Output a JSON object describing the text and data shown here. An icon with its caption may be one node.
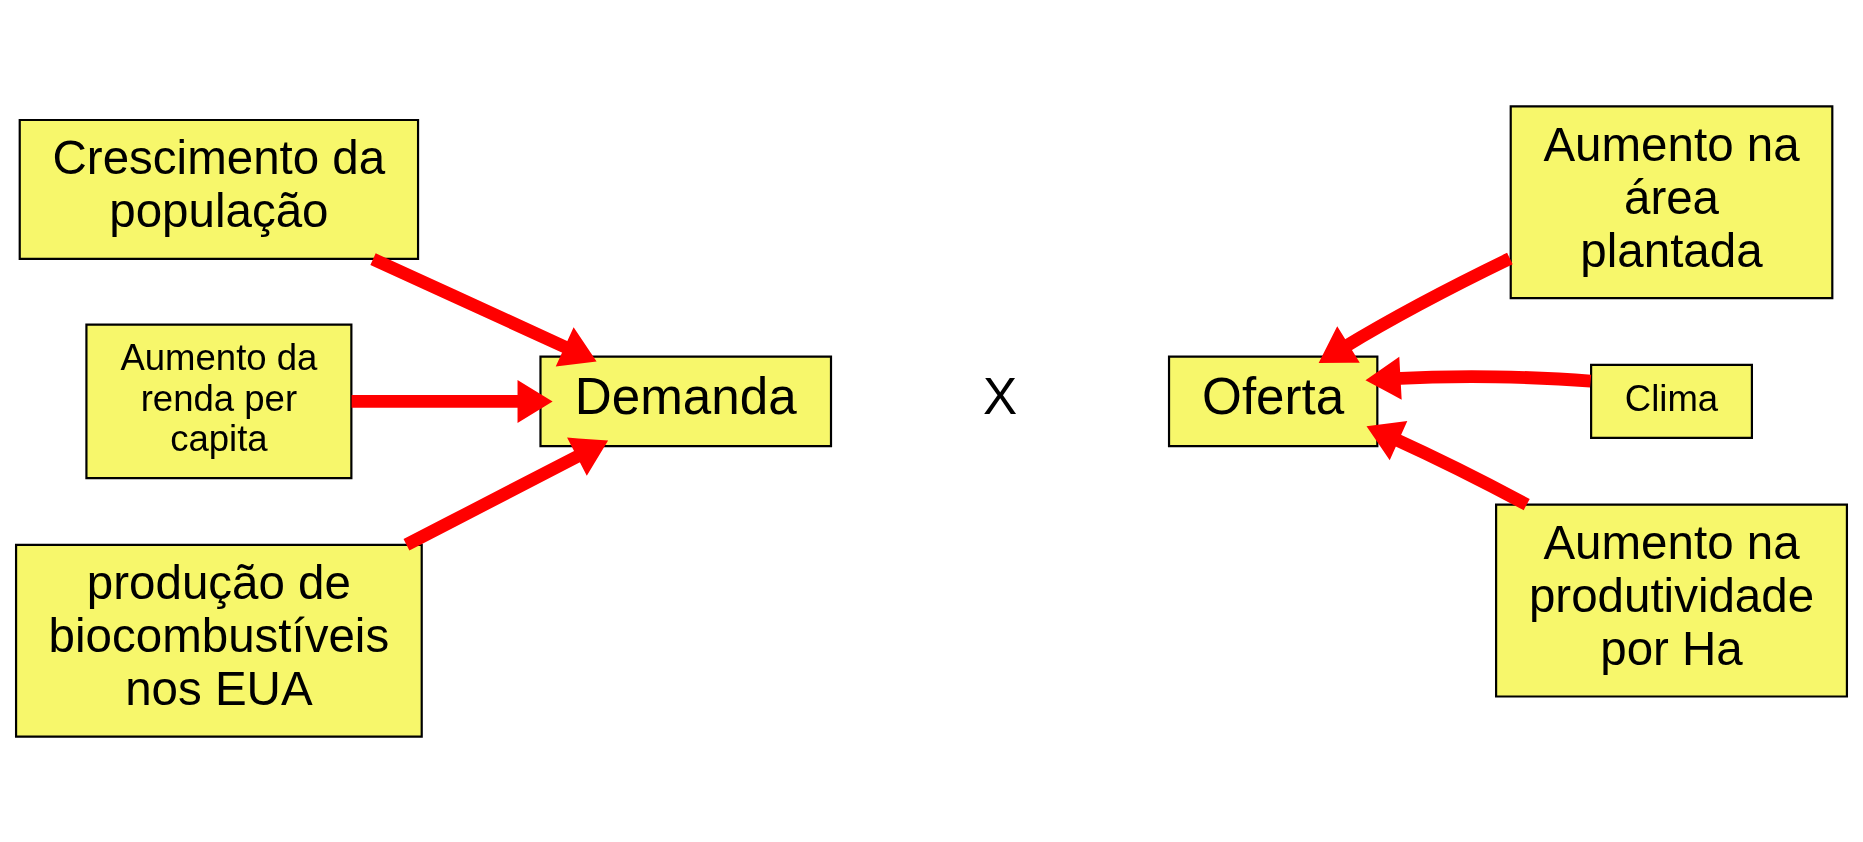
{
  "diagram": {
    "nodes": [
      {
        "text": [
          "Crescimento da população"
        ]
      },
      {
        "text": [
          "Aumento da renda per capita"
        ]
      },
      {
        "text": [
          "produção de biocombustíveis nos EUA"
        ]
      },
      {
        "text": [
          "Demanda"
        ]
      },
      {
        "text": [
          "Oferta"
        ]
      },
      {
        "text": [
          "Aumento na área plantada"
        ]
      },
      {
        "text": [
          "Clima"
        ]
      },
      {
        "text": [
          "Aumento na produtividade por Ha"
        ]
      }
    ],
    "edges": [
      {
        "from": 0,
        "to": 3,
        "arrow": "to"
      },
      {
        "from": 1,
        "to": 3,
        "arrow": "to"
      },
      {
        "from": 2,
        "to": 3,
        "arrow": "to"
      },
      {
        "from": 5,
        "to": 4,
        "arrow": "to"
      },
      {
        "from": 6,
        "to": 4,
        "arrow": "to"
      },
      {
        "from": 7,
        "to": 4,
        "arrow": "to"
      }
    ],
    "labels": [
      "X"
    ]
  }
}
